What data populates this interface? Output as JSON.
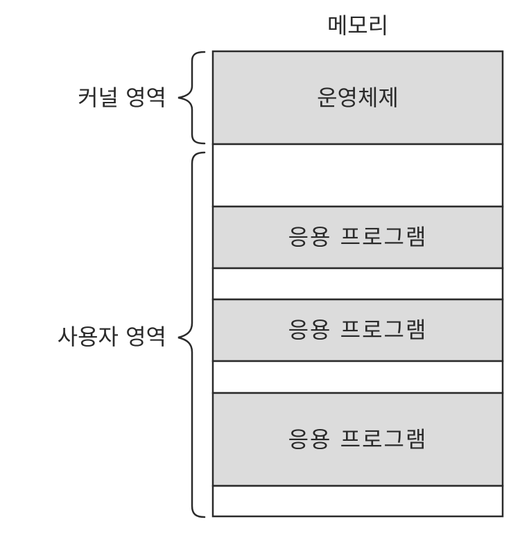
{
  "title": "메모리",
  "colors": {
    "stroke": "#2a2a2a",
    "filled_block": "#dcdcdc",
    "empty_block": "#ffffff"
  },
  "regions": [
    {
      "label": "커널 영역"
    },
    {
      "label": "사용자 영역"
    }
  ],
  "blocks": [
    {
      "label": "운영체제",
      "filled": true,
      "region": "kernel"
    },
    {
      "label": "",
      "filled": false,
      "region": "user"
    },
    {
      "label": "응용 프로그램",
      "filled": true,
      "region": "user"
    },
    {
      "label": "",
      "filled": false,
      "region": "user"
    },
    {
      "label": "응용 프로그램",
      "filled": true,
      "region": "user"
    },
    {
      "label": "",
      "filled": false,
      "region": "user"
    },
    {
      "label": "응용 프로그램",
      "filled": true,
      "region": "user"
    },
    {
      "label": "",
      "filled": false,
      "region": "user"
    }
  ]
}
